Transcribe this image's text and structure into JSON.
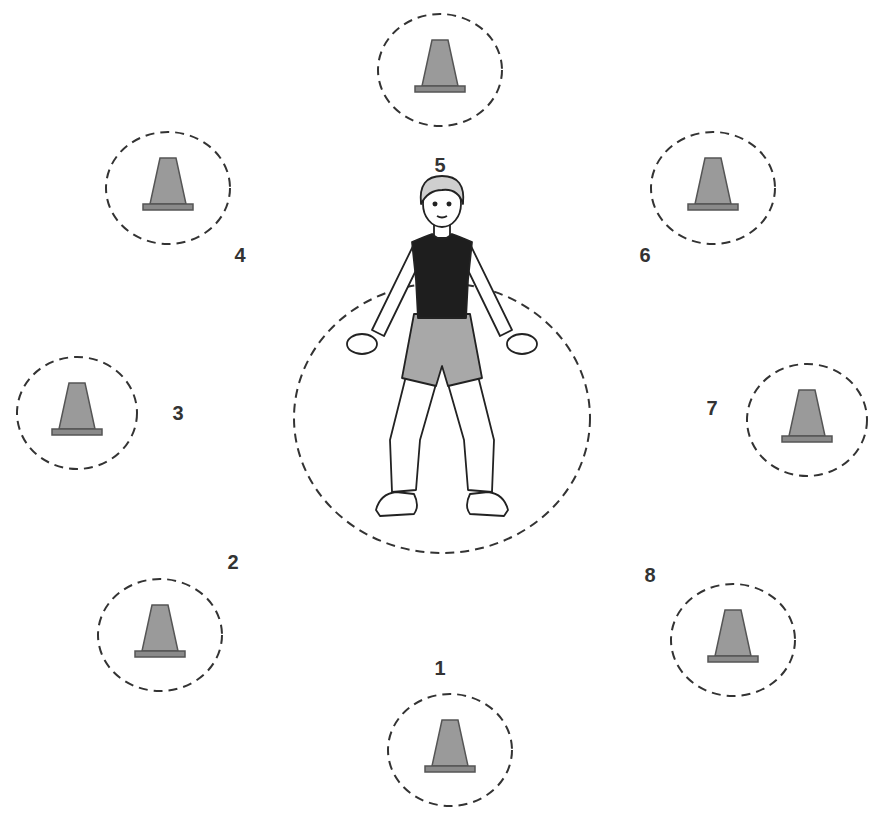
{
  "diagram": {
    "labels": [
      "5",
      "4",
      "6",
      "3",
      "7",
      "2",
      "8",
      "1"
    ]
  }
}
